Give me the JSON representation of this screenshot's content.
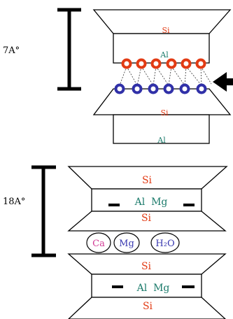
{
  "top_diagram": {
    "spacing_label": "7A°",
    "layer_labels": [
      "Si",
      "Al",
      "Si",
      "Al"
    ],
    "top_ion_color": "#e23b14",
    "bottom_ion_color": "#3030a8",
    "si_color": "#e23b14",
    "al_color": "#1a7a6a"
  },
  "bottom_diagram": {
    "spacing_label": "18A°",
    "upper_layer": {
      "si_top": "Si",
      "middle": "Al  Mg",
      "si_bottom": "Si"
    },
    "interlayer_ions": [
      "Ca",
      "Mg",
      "H₂O"
    ],
    "lower_layer": {
      "si_top": "Si",
      "middle": "Al  Mg",
      "si_bottom": "Si"
    },
    "ca_color": "#d23c96",
    "mg_color": "#3838b0",
    "water_color": "#3838b0",
    "al_color": "#1a7a6a",
    "si_color": "#e23b14"
  },
  "icons": {
    "arrow": "left-arrow-icon"
  }
}
